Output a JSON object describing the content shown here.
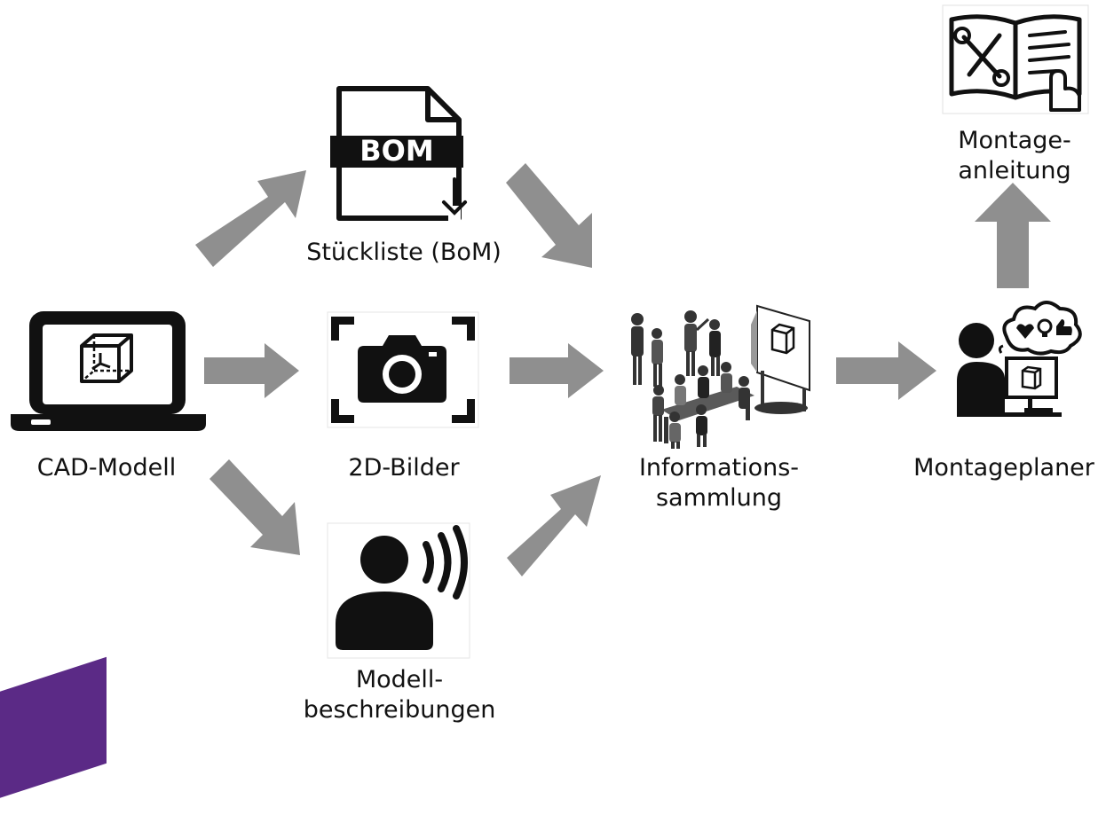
{
  "colors": {
    "arrow": "#8f8f8f",
    "icon": "#111111",
    "corner_accent": "#5b2a86"
  },
  "nodes": {
    "cad": {
      "label": "CAD-Modell",
      "icon": "laptop-cube-icon"
    },
    "bom": {
      "label": "Stückliste (BoM)",
      "icon_text": "BOM",
      "icon": "bom-document-icon"
    },
    "images": {
      "label": "2D-Bilder",
      "icon": "camera-icon"
    },
    "descriptions": {
      "label_line1": "Modell-",
      "label_line2": "beschreibungen",
      "icon": "speaker-person-icon"
    },
    "collection": {
      "label_line1": "Informations-",
      "label_line2": "sammlung",
      "icon": "team-meeting-icon"
    },
    "planner": {
      "label": "Montageplaner",
      "icon": "planner-person-icon"
    },
    "manual": {
      "label_line1": "Montage-",
      "label_line2": "anleitung",
      "icon": "manual-book-icon"
    }
  }
}
